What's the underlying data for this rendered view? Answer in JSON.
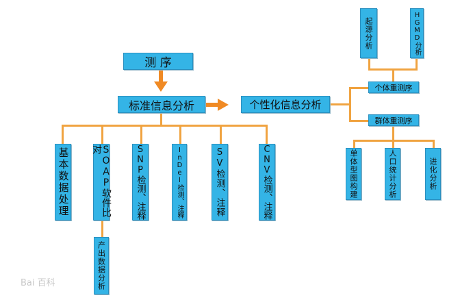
{
  "colors": {
    "box_fill": "#34b4e6",
    "connector": "#f0a340",
    "arrow": "#f08a24"
  },
  "nodes": {
    "cexu": "测 序",
    "standard": "标准信息分析",
    "personal": "个性化信息分析",
    "individual": "个体重测序",
    "population": "群体重测序",
    "origin": "起源分析",
    "hgmd": "HGMD分析",
    "haplotype": "单体型图构建",
    "demography": "人口统计分析",
    "evolution": "进化分析",
    "basic": "基本数据处理",
    "soap": "SOAP软件比对",
    "output": "产出数据分析",
    "snp": "SNP检测、注释",
    "indel": "InDel检测、注释",
    "sv": "SV检测、注释",
    "cnv": "CNV检测、注释"
  },
  "watermark": "Bai 百科"
}
